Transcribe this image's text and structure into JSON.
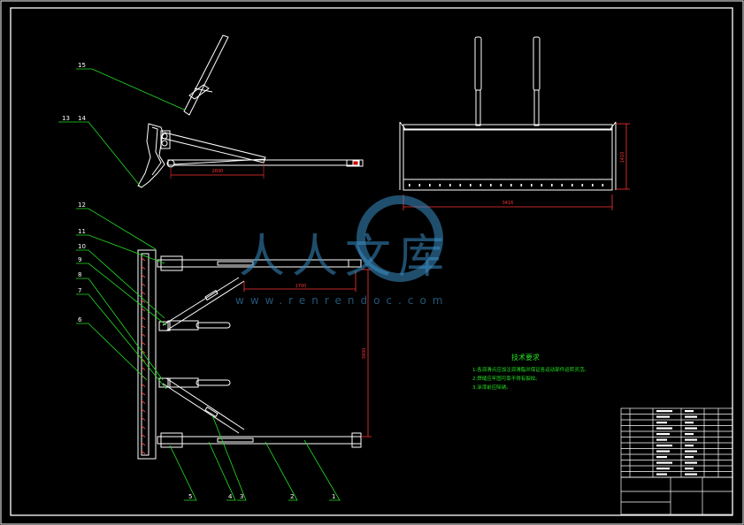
{
  "watermark": {
    "title": "人人文库",
    "url": "www.renrendoc.com"
  },
  "dimensions": {
    "side_length": "2600",
    "front_width": "3416",
    "front_height": "1410",
    "top_offset": "1700",
    "top_depth": "3400"
  },
  "part_numbers": {
    "p1": "1",
    "p2": "2",
    "p3": "3",
    "p4": "4",
    "p5": "5",
    "p6": "6",
    "p7": "7",
    "p8": "8",
    "p9": "9",
    "p10": "10",
    "p11": "11",
    "p12": "12",
    "p13": "13",
    "p14": "14",
    "p15": "15"
  },
  "notes": {
    "title": "技术要求",
    "line1": "1.各润滑点应加注润滑脂并保证各运动部件运转灵活。",
    "line2": "2.焊缝应牢固可靠不得有裂纹。",
    "line3": "3.涂漆前应除锈。"
  },
  "colors": {
    "outline": "#ffffff",
    "leader": "#22e022",
    "dimension": "#ff3333",
    "hatch": "#ff4444",
    "watermark": "#3a8fc6"
  }
}
